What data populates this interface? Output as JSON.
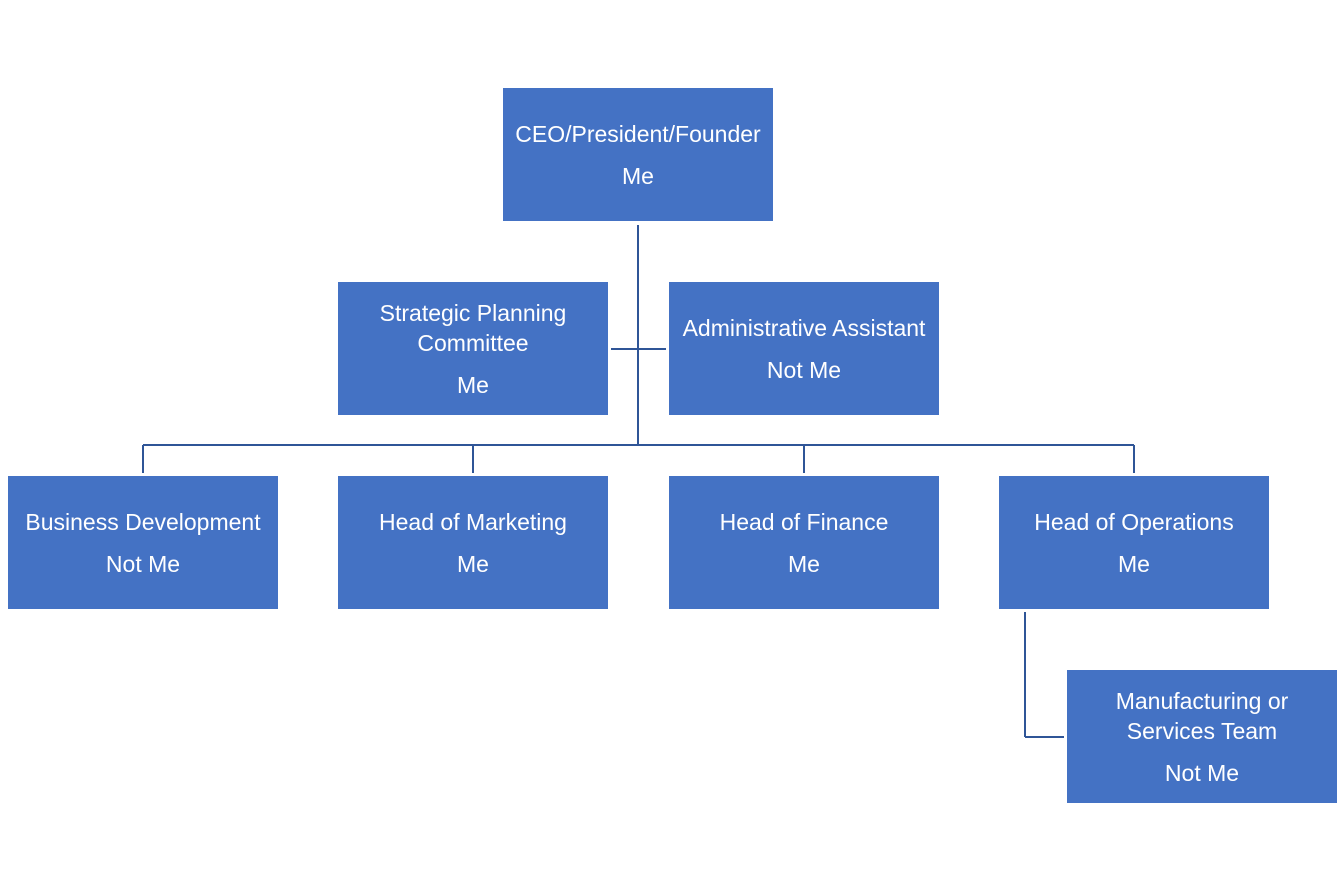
{
  "org_chart": {
    "accent_color": "#4472C4",
    "line_color": "#2F5597",
    "nodes": {
      "ceo": {
        "title": "CEO/President/Founder",
        "person": "Me"
      },
      "spc": {
        "title": "Strategic Planning\nCommittee",
        "person": "Me"
      },
      "admin": {
        "title": "Administrative Assistant",
        "person": "Not Me"
      },
      "bizdev": {
        "title": "Business Development",
        "person": "Not Me"
      },
      "mkt": {
        "title": "Head of Marketing",
        "person": "Me"
      },
      "fin": {
        "title": "Head of Finance",
        "person": "Me"
      },
      "ops": {
        "title": "Head of Operations",
        "person": "Me"
      },
      "mfg": {
        "title": "Manufacturing or\nServices Team",
        "person": "Not Me"
      }
    }
  }
}
